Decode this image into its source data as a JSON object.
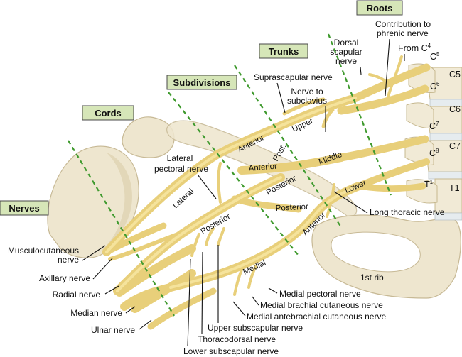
{
  "title": "Brachial plexus",
  "section_labels": {
    "roots": "Roots",
    "trunks": "Trunks",
    "subdivisions": "Subdivisions",
    "cords": "Cords",
    "nerves": "Nerves"
  },
  "section_box_color": "#d6e6b8",
  "divider_color": "#3f9a2e",
  "nerve_color": "#e8cf7a",
  "roots": {
    "c5": "C",
    "c5_sup": "5",
    "c6": "C",
    "c6_sup": "6",
    "c7": "C",
    "c7_sup": "7",
    "c8": "C",
    "c8_sup": "8",
    "t1": "T",
    "t1_sup": "1",
    "from_c4": "From C",
    "from_c4_sup": "4"
  },
  "vertebrae": [
    "C5",
    "C6",
    "C7",
    "T1"
  ],
  "trunk_segments": {
    "upper": "Upper",
    "middle": "Middle",
    "lower": "Lower"
  },
  "division_segments": {
    "anterior_upper": "Anterior",
    "posterior_upper": "Post.",
    "anterior_middle": "Anterior",
    "posterior_middle": "Posterior",
    "posterior_lower": "Posterior",
    "anterior_lower": "Anterior"
  },
  "cord_segments": {
    "lateral": "Lateral",
    "posterior": "Posterior",
    "medial": "Medial"
  },
  "branch_labels": {
    "contribution_phrenic": [
      "Contribution to",
      "phrenic nerve"
    ],
    "dorsal_scapular": [
      "Dorsal",
      "scapular",
      "nerve"
    ],
    "suprascapular": "Suprascapular nerve",
    "nerve_to_subclavius": [
      "Nerve to",
      "subclavius"
    ],
    "lateral_pectoral": [
      "Lateral",
      "pectoral nerve"
    ],
    "long_thoracic": "Long thoracic nerve",
    "first_rib": "1st rib",
    "medial_pectoral": "Medial pectoral nerve",
    "medial_brachial_cutaneous": "Medial brachial cutaneous nerve",
    "medial_antebrachial_cutaneous": "Medial antebrachial cutaneous nerve",
    "upper_subscapular": "Upper subscapular nerve",
    "thoracodorsal": "Thoracodorsal nerve",
    "lower_subscapular": "Lower subscapular nerve"
  },
  "terminal_nerves": {
    "musculocutaneous": [
      "Musculocutaneous",
      "nerve"
    ],
    "axillary": "Axillary nerve",
    "radial": "Radial nerve",
    "median": "Median nerve",
    "ulnar": "Ulnar nerve"
  }
}
